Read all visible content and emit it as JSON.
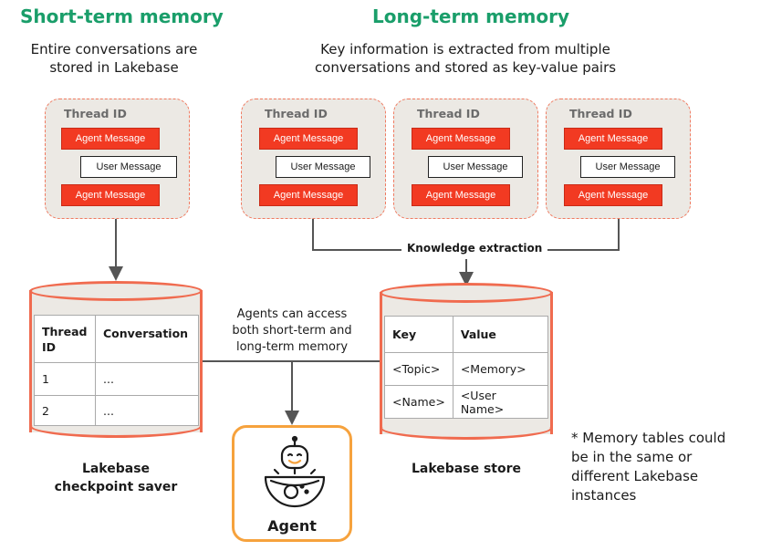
{
  "short_term": {
    "title": "Short-term memory",
    "description": [
      "Entire conversations are",
      "stored in Lakebase"
    ],
    "thread": {
      "label": "Thread ID",
      "messages": [
        "Agent Message",
        "User Message",
        "Agent Message"
      ]
    },
    "table": {
      "headers": [
        "Thread ID",
        "Conversation"
      ],
      "rows": [
        [
          "1",
          "..."
        ],
        [
          "2",
          "..."
        ]
      ]
    },
    "db_label": [
      "Lakebase",
      "checkpoint saver"
    ]
  },
  "long_term": {
    "title": "Long-term memory",
    "description": [
      "Key information is extracted from multiple",
      "conversations and stored as key-value pairs"
    ],
    "threads": [
      {
        "label": "Thread ID",
        "messages": [
          "Agent Message",
          "User Message",
          "Agent Message"
        ]
      },
      {
        "label": "Thread ID",
        "messages": [
          "Agent Message",
          "User Message",
          "Agent Message"
        ]
      },
      {
        "label": "Thread ID",
        "messages": [
          "Agent Message",
          "User Message",
          "Agent Message"
        ]
      }
    ],
    "extraction_label": "Knowledge extraction",
    "table": {
      "headers": [
        "Key",
        "Value"
      ],
      "rows": [
        [
          "<Topic>",
          "<Memory>"
        ],
        [
          "<Name>",
          "<User Name>"
        ]
      ]
    },
    "db_label": "Lakebase store"
  },
  "access_text": [
    "Agents can access",
    "both short-term and",
    "long-term memory"
  ],
  "agent": {
    "label": "Agent",
    "icon": "robot-icon"
  },
  "note": [
    "* Memory tables could",
    "be in the same or",
    "different Lakebase",
    "instances"
  ],
  "colors": {
    "title_green": "#1a9e6a",
    "agent_message_red": "#f23a22",
    "db_outline": "#f06b4f",
    "agent_box": "#f6a23d"
  }
}
